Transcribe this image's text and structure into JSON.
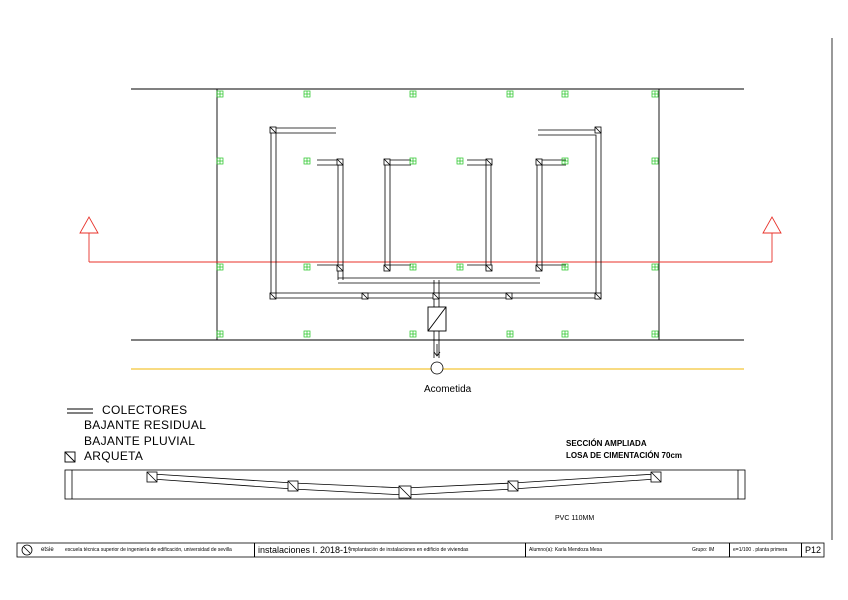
{
  "labels": {
    "acometida": "Acometida",
    "seccion_title": "SECCIÓN AMPLIADA",
    "seccion_subtitle": "LOSA DE CIMENTACIÓN 70cm",
    "pvc": "PVC 110MM"
  },
  "legend": [
    {
      "symbol": "double-line",
      "label": "COLECTORES"
    },
    {
      "symbol": "dot",
      "label": "BAJANTE RESIDUAL"
    },
    {
      "symbol": "dot",
      "label": "BAJANTE PLUVIAL"
    },
    {
      "symbol": "arqueta-box",
      "label": "ARQUETA"
    }
  ],
  "title_block": {
    "school_abbr": "etsie",
    "school_name": "escuela técnica superior de ingeniería de edificación, universidad de sevilla",
    "course": "instalaciones I. 2018-19",
    "project": "implantación de instalaciones en edificio de viviendas",
    "student": "Alumno(a): Karla Mendoza Mesa",
    "group": "Grupo: IM",
    "scale": "e=1/100 . planta primera",
    "sheet": "P12"
  },
  "colors": {
    "red_line": "#e8322a",
    "green_marker": "#1ec21e",
    "yellow_line": "#f2b705",
    "ink": "#000000"
  }
}
